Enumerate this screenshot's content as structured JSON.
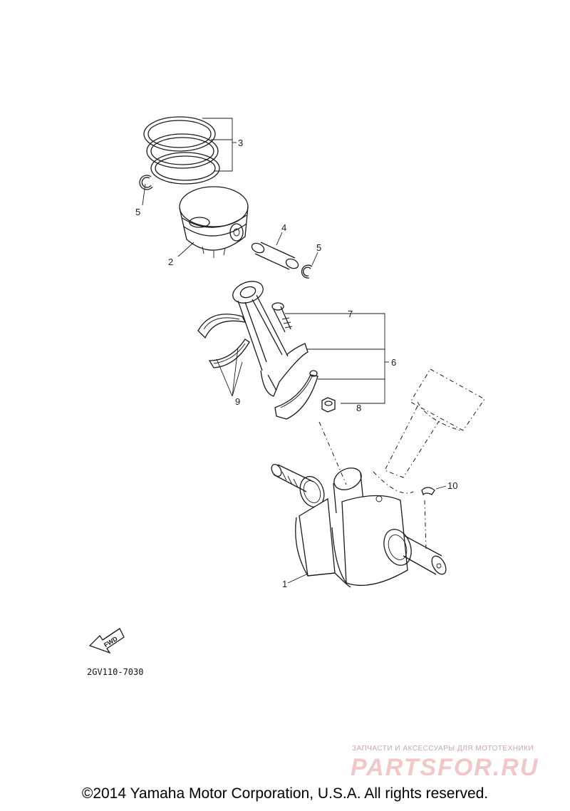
{
  "parts": [
    {
      "num": "1"
    },
    {
      "num": "2"
    },
    {
      "num": "3"
    },
    {
      "num": "4"
    },
    {
      "num": "5"
    },
    {
      "num": "5"
    },
    {
      "num": "6"
    },
    {
      "num": "7"
    },
    {
      "num": "8"
    },
    {
      "num": "9"
    },
    {
      "num": "10"
    }
  ],
  "fwd_label": "FWD",
  "drawing_number": "2GV110-7030",
  "watermark": {
    "tagline": "ЗАПЧАСТИ И АКСЕССУАРЫ ДЛЯ МОТОТЕХНИКИ",
    "brand": "PARTSFOR.RU"
  },
  "copyright": "©2014 Yamaha Motor Corporation, U.S.A. All rights reserved."
}
